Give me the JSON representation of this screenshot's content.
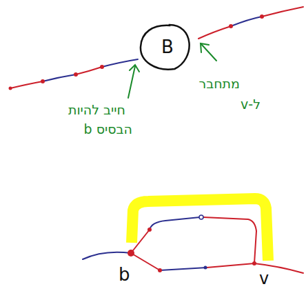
{
  "diagram": {
    "nodes": [
      {
        "text": [
          "B"
        ]
      }
    ],
    "labels": [
      "חייב להיות",
      "הבסיס b",
      "מתחבר",
      "ל-v",
      "b",
      "v"
    ]
  }
}
